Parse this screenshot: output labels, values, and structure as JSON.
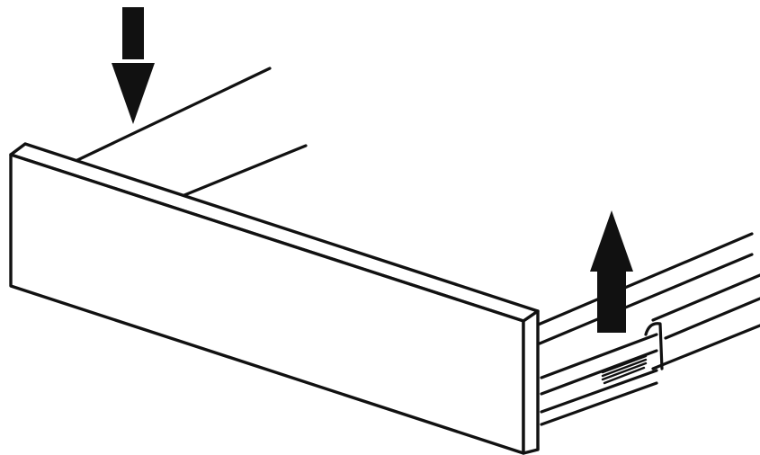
{
  "figure": {
    "subject": "drawer-removal-illustration",
    "elements": [
      "drawer-front",
      "drawer-box",
      "side-rail",
      "press-down-arrow",
      "lift-up-arrow"
    ],
    "colors": {
      "line": "#111111",
      "background": "#ffffff",
      "arrow": "#111111"
    },
    "icons": {
      "press_down": "arrow-down-icon",
      "lift_up": "arrow-up-icon"
    }
  }
}
